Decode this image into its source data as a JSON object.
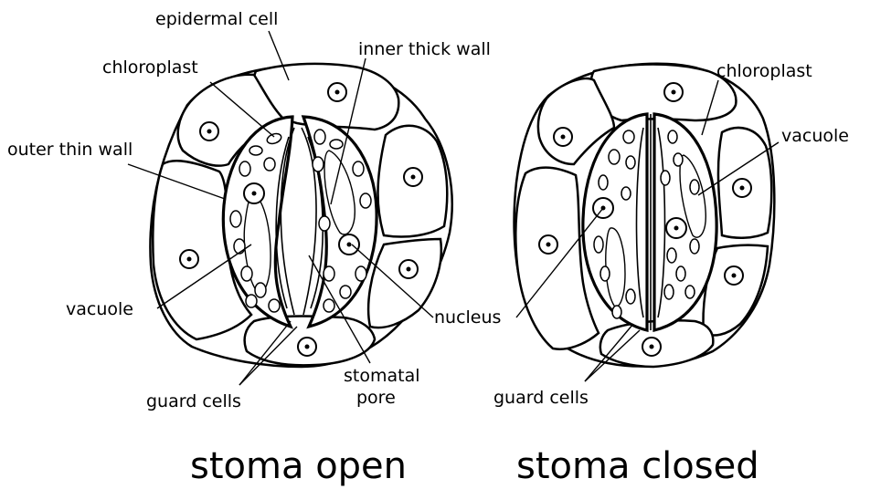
{
  "labels": {
    "epidermal_cell": "epidermal cell",
    "inner_thick_wall": "inner thick wall",
    "chloroplast_left": "chloroplast",
    "outer_thin_wall": "outer thin wall",
    "vacuole_left": "vacuole",
    "guard_cells_left": "guard  cells",
    "stomatal_pore_line1": "stomatal",
    "stomatal_pore_line2": "pore",
    "nucleus": "nucleus",
    "chloroplast_right": "chloroplast",
    "vacuole_right": "vacuole",
    "guard_cells_right": "guard  cells"
  },
  "titles": {
    "open": "stoma open",
    "closed": "stoma closed"
  }
}
